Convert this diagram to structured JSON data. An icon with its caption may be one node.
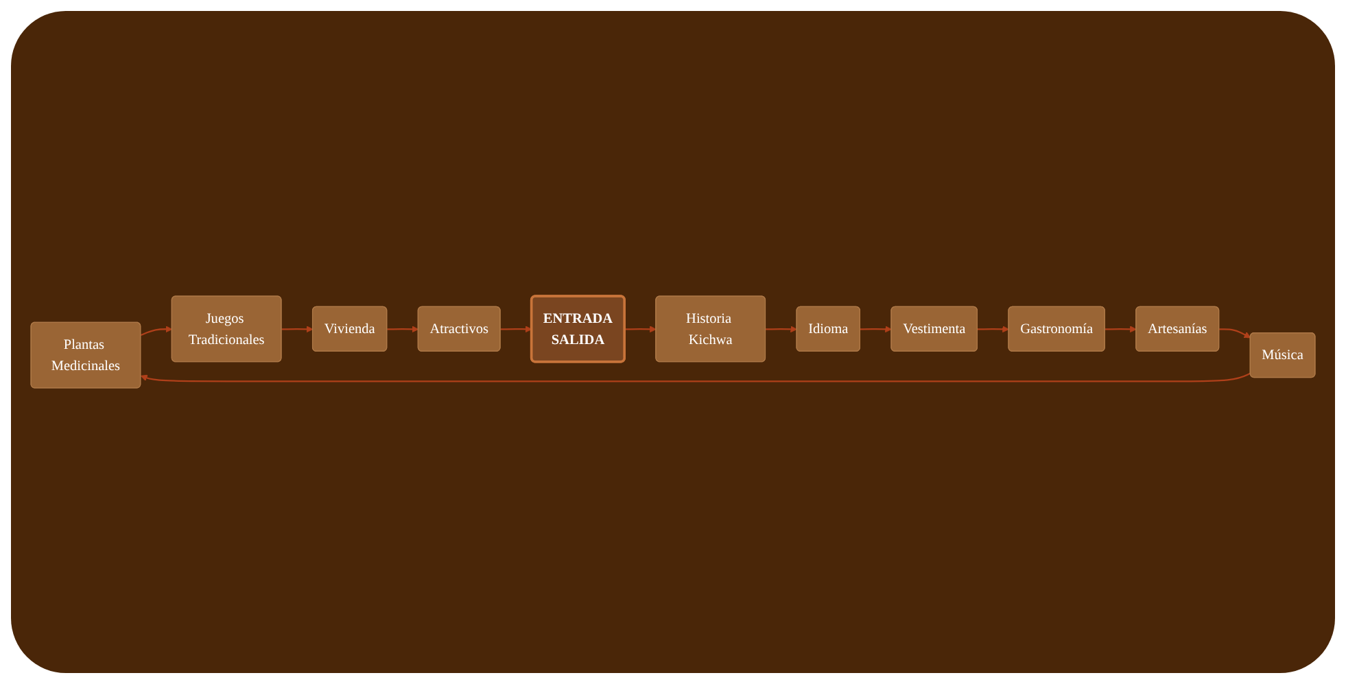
{
  "diagram": {
    "nodes": [
      {
        "text": [
          "Plantas Medicinales"
        ]
      },
      {
        "text": [
          "Música"
        ]
      },
      {
        "text": [
          "Artesanías"
        ]
      },
      {
        "text": [
          "Gastronomía"
        ]
      },
      {
        "text": [
          "Juegos Tradicionales"
        ]
      },
      {
        "text": [
          "Vestimenta"
        ]
      },
      {
        "text": [
          "Vivienda"
        ]
      },
      {
        "text": [
          "Idioma"
        ]
      },
      {
        "text": [
          "Atractivos"
        ]
      },
      {
        "text": [
          "ENTRADA",
          "SALIDA"
        ]
      },
      {
        "text": [
          "Historia Kichwa"
        ]
      }
    ],
    "edges": [
      {
        "from": 9,
        "to": 10,
        "arrow": "to"
      },
      {
        "from": 10,
        "to": 7,
        "arrow": "to"
      },
      {
        "from": 7,
        "to": 5,
        "arrow": "to"
      },
      {
        "from": 5,
        "to": 3,
        "arrow": "to"
      },
      {
        "from": 3,
        "to": 2,
        "arrow": "to"
      },
      {
        "from": 2,
        "to": 1,
        "arrow": "to"
      },
      {
        "from": 1,
        "to": 0,
        "arrow": "to"
      },
      {
        "from": 0,
        "to": 4,
        "arrow": "to"
      },
      {
        "from": 4,
        "to": 6,
        "arrow": "to"
      },
      {
        "from": 6,
        "to": 8,
        "arrow": "to"
      },
      {
        "from": 8,
        "to": 9,
        "arrow": "to"
      }
    ]
  }
}
